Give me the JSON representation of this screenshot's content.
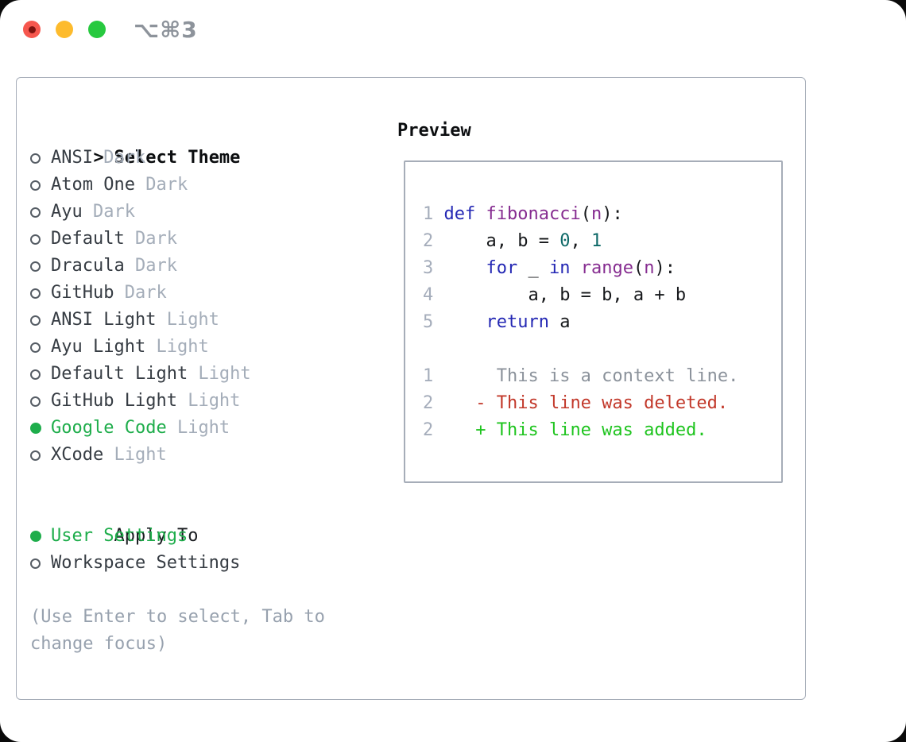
{
  "titlebar": {
    "title": "⌥⌘3"
  },
  "colors": {
    "accent_green": "#1ead4b",
    "muted": "#a4adb9",
    "hint": "#97a1ae",
    "text": "#363c43",
    "heading": "#0c0e10",
    "border": "#a6adb8",
    "line_number": "#a5adbb",
    "syntax_keyword": "#2428b4",
    "syntax_name": "#862c90",
    "syntax_literal": "#0e6968",
    "syntax_plain": "#15171a",
    "diff_context": "#8b929b",
    "diff_removed": "#c2382a",
    "diff_added": "#1ec41e",
    "traffic_red": "#f6574e",
    "traffic_yellow": "#fdbb2d",
    "traffic_green": "#27c93f"
  },
  "theme_panel": {
    "prompt": ">",
    "header": "Select Theme",
    "items": [
      {
        "name": "ANSI",
        "variant": "Dark",
        "selected": false
      },
      {
        "name": "Atom One",
        "variant": "Dark",
        "selected": false
      },
      {
        "name": "Ayu",
        "variant": "Dark",
        "selected": false
      },
      {
        "name": "Default",
        "variant": "Dark",
        "selected": false
      },
      {
        "name": "Dracula",
        "variant": "Dark",
        "selected": false
      },
      {
        "name": "GitHub",
        "variant": "Dark",
        "selected": false
      },
      {
        "name": "ANSI Light",
        "variant": "Light",
        "selected": false
      },
      {
        "name": "Ayu Light",
        "variant": "Light",
        "selected": false
      },
      {
        "name": "Default Light",
        "variant": "Light",
        "selected": false
      },
      {
        "name": "GitHub Light",
        "variant": "Light",
        "selected": false
      },
      {
        "name": "Google Code",
        "variant": "Light",
        "selected": true
      },
      {
        "name": "XCode",
        "variant": "Light",
        "selected": false
      }
    ]
  },
  "apply_to": {
    "header": "Apply To",
    "options": [
      {
        "label": "User Settings",
        "selected": true
      },
      {
        "label": "Workspace Settings",
        "selected": false
      }
    ]
  },
  "hint_text": "(Use Enter to select, Tab to\nchange focus)",
  "preview": {
    "header": "Preview",
    "lines": [
      {
        "num": "1",
        "segs": [
          [
            "def",
            "kw"
          ],
          [
            " ",
            "pl"
          ],
          [
            "fibonacci",
            "nm"
          ],
          [
            "(",
            "pl"
          ],
          [
            "n",
            "nm"
          ],
          [
            "):",
            "pl"
          ]
        ]
      },
      {
        "num": "2",
        "segs": [
          [
            "    a, b = ",
            "pl"
          ],
          [
            "0",
            "lit"
          ],
          [
            ", ",
            "pl"
          ],
          [
            "1",
            "lit"
          ]
        ]
      },
      {
        "num": "3",
        "segs": [
          [
            "    ",
            "pl"
          ],
          [
            "for",
            "kw"
          ],
          [
            " _ ",
            "pl"
          ],
          [
            "in",
            "kw"
          ],
          [
            " ",
            "pl"
          ],
          [
            "range",
            "nm"
          ],
          [
            "(",
            "pl"
          ],
          [
            "n",
            "nm"
          ],
          [
            "):",
            "pl"
          ]
        ]
      },
      {
        "num": "4",
        "segs": [
          [
            "        a, b = b, a + b",
            "pl"
          ]
        ]
      },
      {
        "num": "5",
        "segs": [
          [
            "    ",
            "pl"
          ],
          [
            "return",
            "kw"
          ],
          [
            " a",
            "pl"
          ]
        ]
      },
      {
        "num": "",
        "segs": []
      },
      {
        "num": "1",
        "segs": [
          [
            "     This is a context line.",
            "ctx"
          ]
        ]
      },
      {
        "num": "2",
        "segs": [
          [
            "   - This line was deleted.",
            "del"
          ]
        ]
      },
      {
        "num": "2",
        "segs": [
          [
            "   + This line was added.",
            "add"
          ]
        ]
      }
    ]
  }
}
